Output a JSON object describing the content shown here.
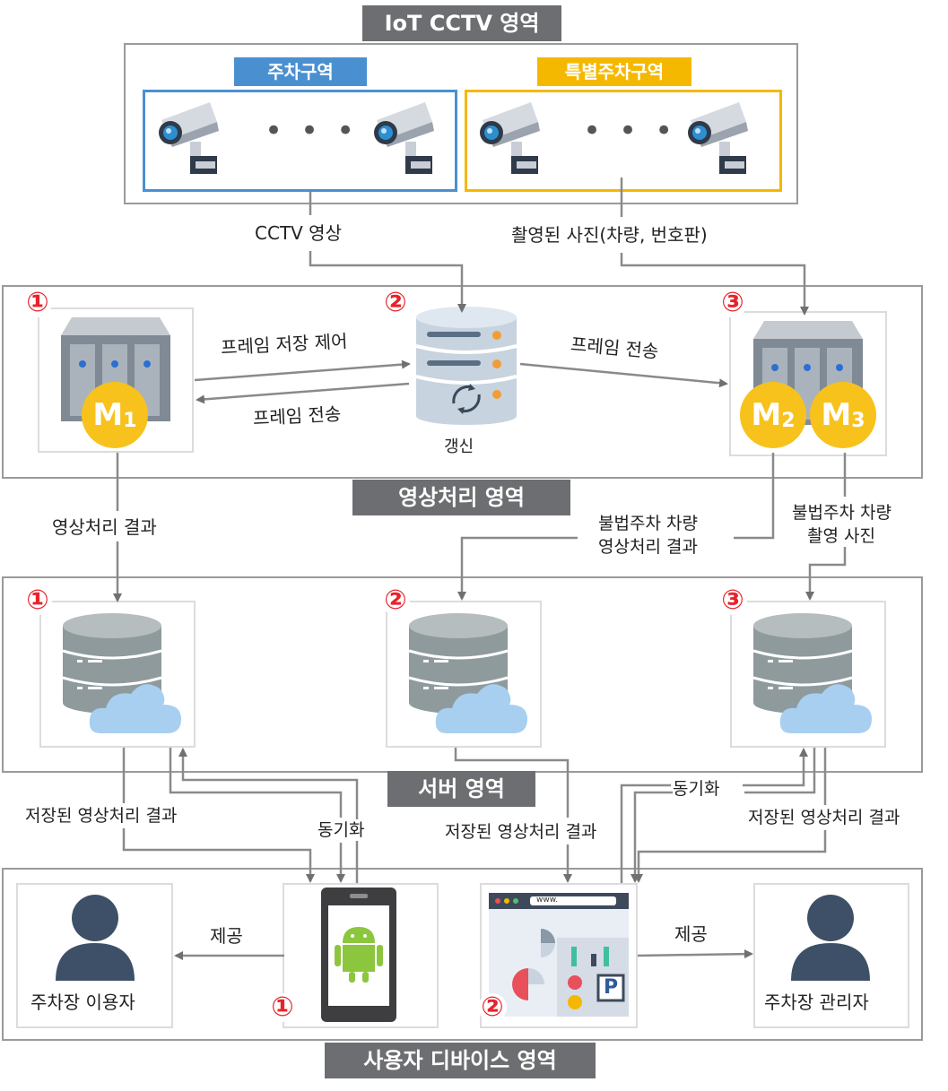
{
  "regions": {
    "iot": "IoT CCTV 영역",
    "processing": "영상처리 영역",
    "server": "서버 영역",
    "device": "사용자 디바이스 영역"
  },
  "zones": {
    "parking": "주차구역",
    "special_parking": "특별주차구역"
  },
  "arrows": {
    "cctv_video": "CCTV 영상",
    "captured_photo": "촬영된 사진(차량, 번호판)",
    "frame_store_control": "프레임 저장 제어",
    "frame_transfer_left": "프레임 전송",
    "frame_transfer_right": "프레임 전송",
    "update": "갱신",
    "processing_result": "영상처리 결과",
    "illegal_result_line1": "불법주차 차량",
    "illegal_result_line2": "영상처리 결과",
    "illegal_photo_line1": "불법주차 차량",
    "illegal_photo_line2": "촬영 사진",
    "stored_result_left": "저장된 영상처리 결과",
    "sync_left": "동기화",
    "stored_result_mid": "저장된 영상처리 결과",
    "sync_right": "동기화",
    "stored_result_right": "저장된 영상처리 결과",
    "provide_left": "제공",
    "provide_right": "제공"
  },
  "badges": {
    "m1": "M",
    "m1_sub": "1",
    "m2": "M",
    "m2_sub": "2",
    "m3": "M",
    "m3_sub": "3"
  },
  "numbers": {
    "one": "①",
    "two": "②",
    "three": "③"
  },
  "users": {
    "parking_user": "주차장 이용자",
    "parking_admin": "주차장 관리자"
  },
  "browser": {
    "url": "www."
  },
  "colors": {
    "region_label_bg": "#6d6e71",
    "parking_zone": "#4a90d0",
    "special_zone": "#f5b800",
    "badge": "#f8c21c",
    "number": "#e8222a"
  }
}
